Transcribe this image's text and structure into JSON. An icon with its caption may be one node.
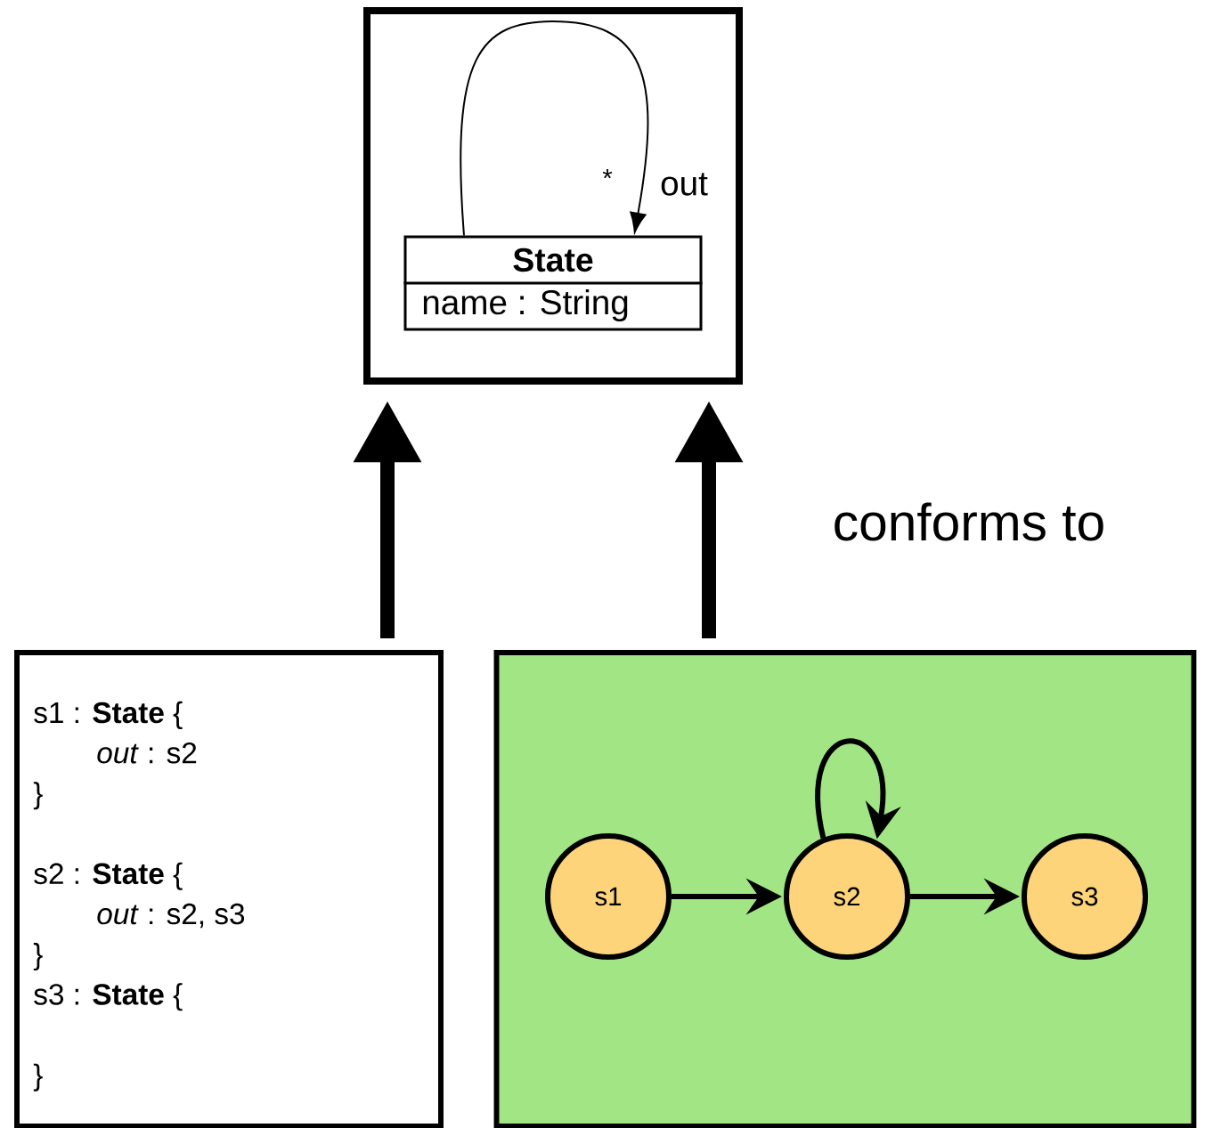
{
  "diagram": {
    "nodes": [
      {
        "text": [],
        "shape": "box"
      },
      {
        "text": [
          "State",
          "name : String"
        ],
        "in": 0
      },
      {
        "text": [
          "s1 : **State** {",
          "*out* : s2",
          "}",
          "s2 : **State** {",
          "*out* : s2, s3",
          "}",
          "s3 : **State** {",
          "}"
        ]
      },
      {
        "text": [],
        "shape": "box"
      },
      {
        "text": [
          "s1"
        ],
        "in": 3
      },
      {
        "text": [
          "s2"
        ],
        "in": 3
      },
      {
        "text": [
          "s3"
        ],
        "in": 3
      }
    ],
    "edges": [
      {
        "from": 2,
        "to": 0,
        "arrow": "to",
        "style": "thick"
      },
      {
        "from": 3,
        "to": 0,
        "arrow": "to",
        "style": "thick"
      },
      {
        "from": 1,
        "to": 1,
        "arrow": "to",
        "label": "out"
      },
      {
        "from": 4,
        "to": 5,
        "arrow": "to"
      },
      {
        "from": 5,
        "to": 5,
        "arrow": "to"
      },
      {
        "from": 5,
        "to": 6,
        "arrow": "to"
      }
    ],
    "labels": [
      "*",
      "conforms to"
    ]
  }
}
